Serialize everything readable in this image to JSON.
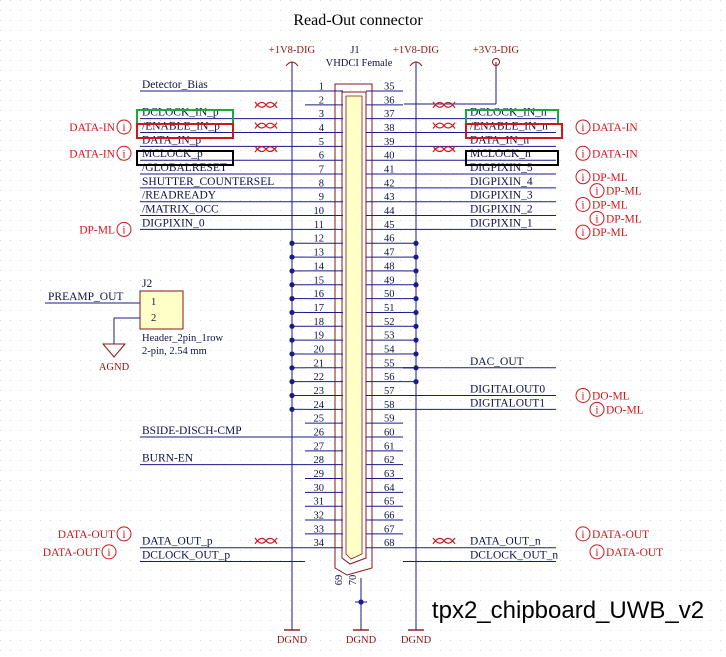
{
  "title": "Read-Out connector",
  "watermark": "tpx2_chipboard_UWB_v2",
  "connector": {
    "designator": "J1",
    "type": "VHDCI Female",
    "extra_pins": [
      "69",
      "70"
    ]
  },
  "header": {
    "designator": "J2",
    "pins": [
      "1",
      "2"
    ],
    "name": "Header_2pin_1row",
    "desc": "2-pin, 2.54 mm",
    "net": "PREAMP_OUT",
    "ground": "AGND"
  },
  "power": {
    "v18_left": "+1V8-DIG",
    "v18_right": "+1V8-DIG",
    "v33": "+3V3-DIG",
    "dgnd": "DGND"
  },
  "left_nets": [
    "Detector_Bias",
    "",
    "DCLOCK_IN_p",
    "/ENABLE_IN_p",
    "DATA_IN_p",
    "MCLOCK_p",
    "/GLOBALRESET",
    "SHUTTER_COUNTERSEL",
    "/READREADY",
    "/MATRIX_OCC",
    "DIGPIXIN_0",
    "",
    "",
    "",
    "",
    "",
    "",
    "",
    "",
    "",
    "",
    "",
    "",
    "",
    "",
    "BSIDE-DISCH-CMP",
    "",
    "BURN-EN",
    "",
    "",
    "",
    "",
    "",
    "DATA_OUT_p",
    "DCLOCK_OUT_p"
  ],
  "right_nets": [
    "",
    "",
    "DCLOCK_IN_n",
    "/ENABLE_IN_n",
    "DATA_IN_n",
    "MCLOCK_n",
    "DIGPIXIN_5",
    "DIGPIXIN_4",
    "DIGPIXIN_3",
    "DIGPIXIN_2",
    "DIGPIXIN_1",
    "",
    "",
    "",
    "",
    "",
    "",
    "",
    "",
    "",
    "DAC_OUT",
    "",
    "DIGITALOUT0",
    "DIGITALOUT1",
    "",
    "",
    "",
    "",
    "",
    "",
    "",
    "",
    "",
    "DATA_OUT_n",
    "DCLOCK_OUT_n"
  ],
  "ports": {
    "data_in": "DATA-IN",
    "dp_ml": "DP-ML",
    "do_ml": "DO-ML",
    "data_out": "DATA-OUT"
  }
}
